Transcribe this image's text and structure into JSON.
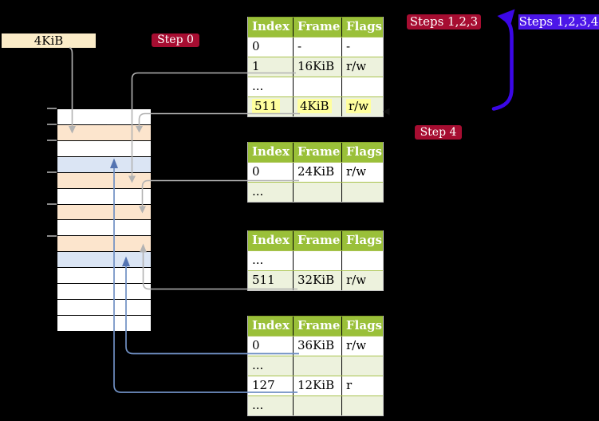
{
  "title": "Recursive 4-level page table translation diagram",
  "colors": {
    "background": "#000000",
    "table_header_green": "#9ac039",
    "table_row_green": "#edf2dd",
    "table_separator_green": "#a9c34f",
    "memory_frame_orange": "#fce5cd",
    "memory_page_blue": "#dbe5f4",
    "label_wheat": "#fbecc8",
    "badge_red": "#a60d31",
    "badge_violet": "#4c16e8",
    "arrow_violet": "#3b07e6",
    "connector_gray": "#b3b3b3",
    "connector_blue": "#7090c4",
    "highlight_yellow": "#ffff9e"
  },
  "memory": {
    "frame_label": "4KiB",
    "rows": [
      "white",
      "orange",
      "white",
      "blue",
      "orange",
      "white",
      "orange",
      "white",
      "orange",
      "blue",
      "white",
      "white",
      "white",
      "white"
    ]
  },
  "badges": {
    "step0": "Step 0",
    "steps123": "Steps 1,2,3",
    "steps1234": "Steps 1,2,3,4",
    "step4": "Step 4"
  },
  "tables": [
    {
      "headers": [
        "Index",
        "Frame",
        "Flags"
      ],
      "rows": [
        {
          "cells": [
            "0",
            "-",
            "-"
          ]
        },
        {
          "cells": [
            "1",
            "16KiB",
            "r/w"
          ]
        },
        {
          "cells": [
            "...",
            "",
            ""
          ]
        },
        {
          "cells": [
            "511",
            "4KiB",
            "r/w"
          ],
          "highlighted": true
        }
      ]
    },
    {
      "headers": [
        "Index",
        "Frame",
        "Flags"
      ],
      "rows": [
        {
          "cells": [
            "0",
            "24KiB",
            "r/w"
          ]
        },
        {
          "cells": [
            "...",
            "",
            ""
          ]
        }
      ]
    },
    {
      "headers": [
        "Index",
        "Frame",
        "Flags"
      ],
      "rows": [
        {
          "cells": [
            "...",
            "",
            ""
          ]
        },
        {
          "cells": [
            "511",
            "32KiB",
            "r/w"
          ]
        }
      ]
    },
    {
      "headers": [
        "Index",
        "Frame",
        "Flags"
      ],
      "rows": [
        {
          "cells": [
            "0",
            "36KiB",
            "r/w"
          ]
        },
        {
          "cells": [
            "...",
            "",
            ""
          ]
        },
        {
          "cells": [
            "127",
            "12KiB",
            "r"
          ]
        },
        {
          "cells": [
            "...",
            "",
            ""
          ]
        }
      ]
    }
  ]
}
